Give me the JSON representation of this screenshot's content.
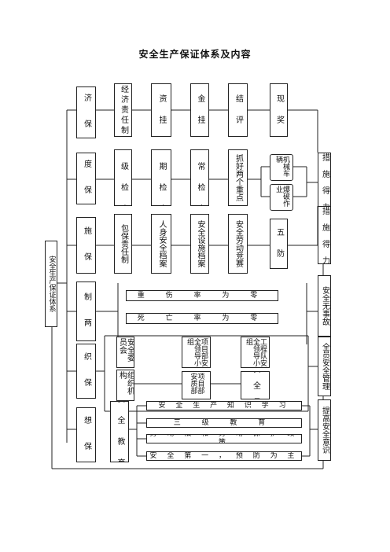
{
  "title": "安全生产保证体系及内容",
  "root": "安全生产保证体系",
  "categories": [
    "经 济 保 证",
    "制 度 保 证",
    "措 施 保 证",
    "控 制 两 率",
    "组 织 保 证",
    "思 想 保 证"
  ],
  "economic": {
    "items": [
      "经济责任制",
      "工 资 挂 钩",
      "奖 金 挂 钩",
      "总 结 评 比"
    ],
    "target": "兑 现 奖 惩"
  },
  "system": {
    "items": [
      "二 级 检 查",
      "定 期 检 查",
      "经 常 检 查",
      "抓好两个重点"
    ],
    "sub": [
      "机械车辆",
      "爆破作业"
    ],
    "target": "措 施 得 力"
  },
  "measures": {
    "items": [
      "包保责任制",
      "人身安全档案",
      "安全设施档案",
      "安全劳动竞赛",
      "五 防"
    ],
    "target": "措 施 得 力"
  },
  "rates": {
    "items": [
      "重 伤 率 为 零",
      "死 亡 率 为 零"
    ],
    "target": "安全无事故"
  },
  "organization": {
    "committee": "安全委员会",
    "agency": "组织机构",
    "leader1": "项目部安全领导小组",
    "leader2": "工程队安全领导小组",
    "dept": "项目部安质部",
    "officer": "安 全 员",
    "target": "全员安全管理"
  },
  "thought": {
    "main": "安 全 教 育",
    "items": [
      "安 全 生 产 知 识 学 习",
      "三 级 教 育",
      "劳 动 法 和 劳 动 保 护 政 策",
      "安 全 第 一 ， 预 防 为 主"
    ],
    "target": "提高安全意识"
  }
}
